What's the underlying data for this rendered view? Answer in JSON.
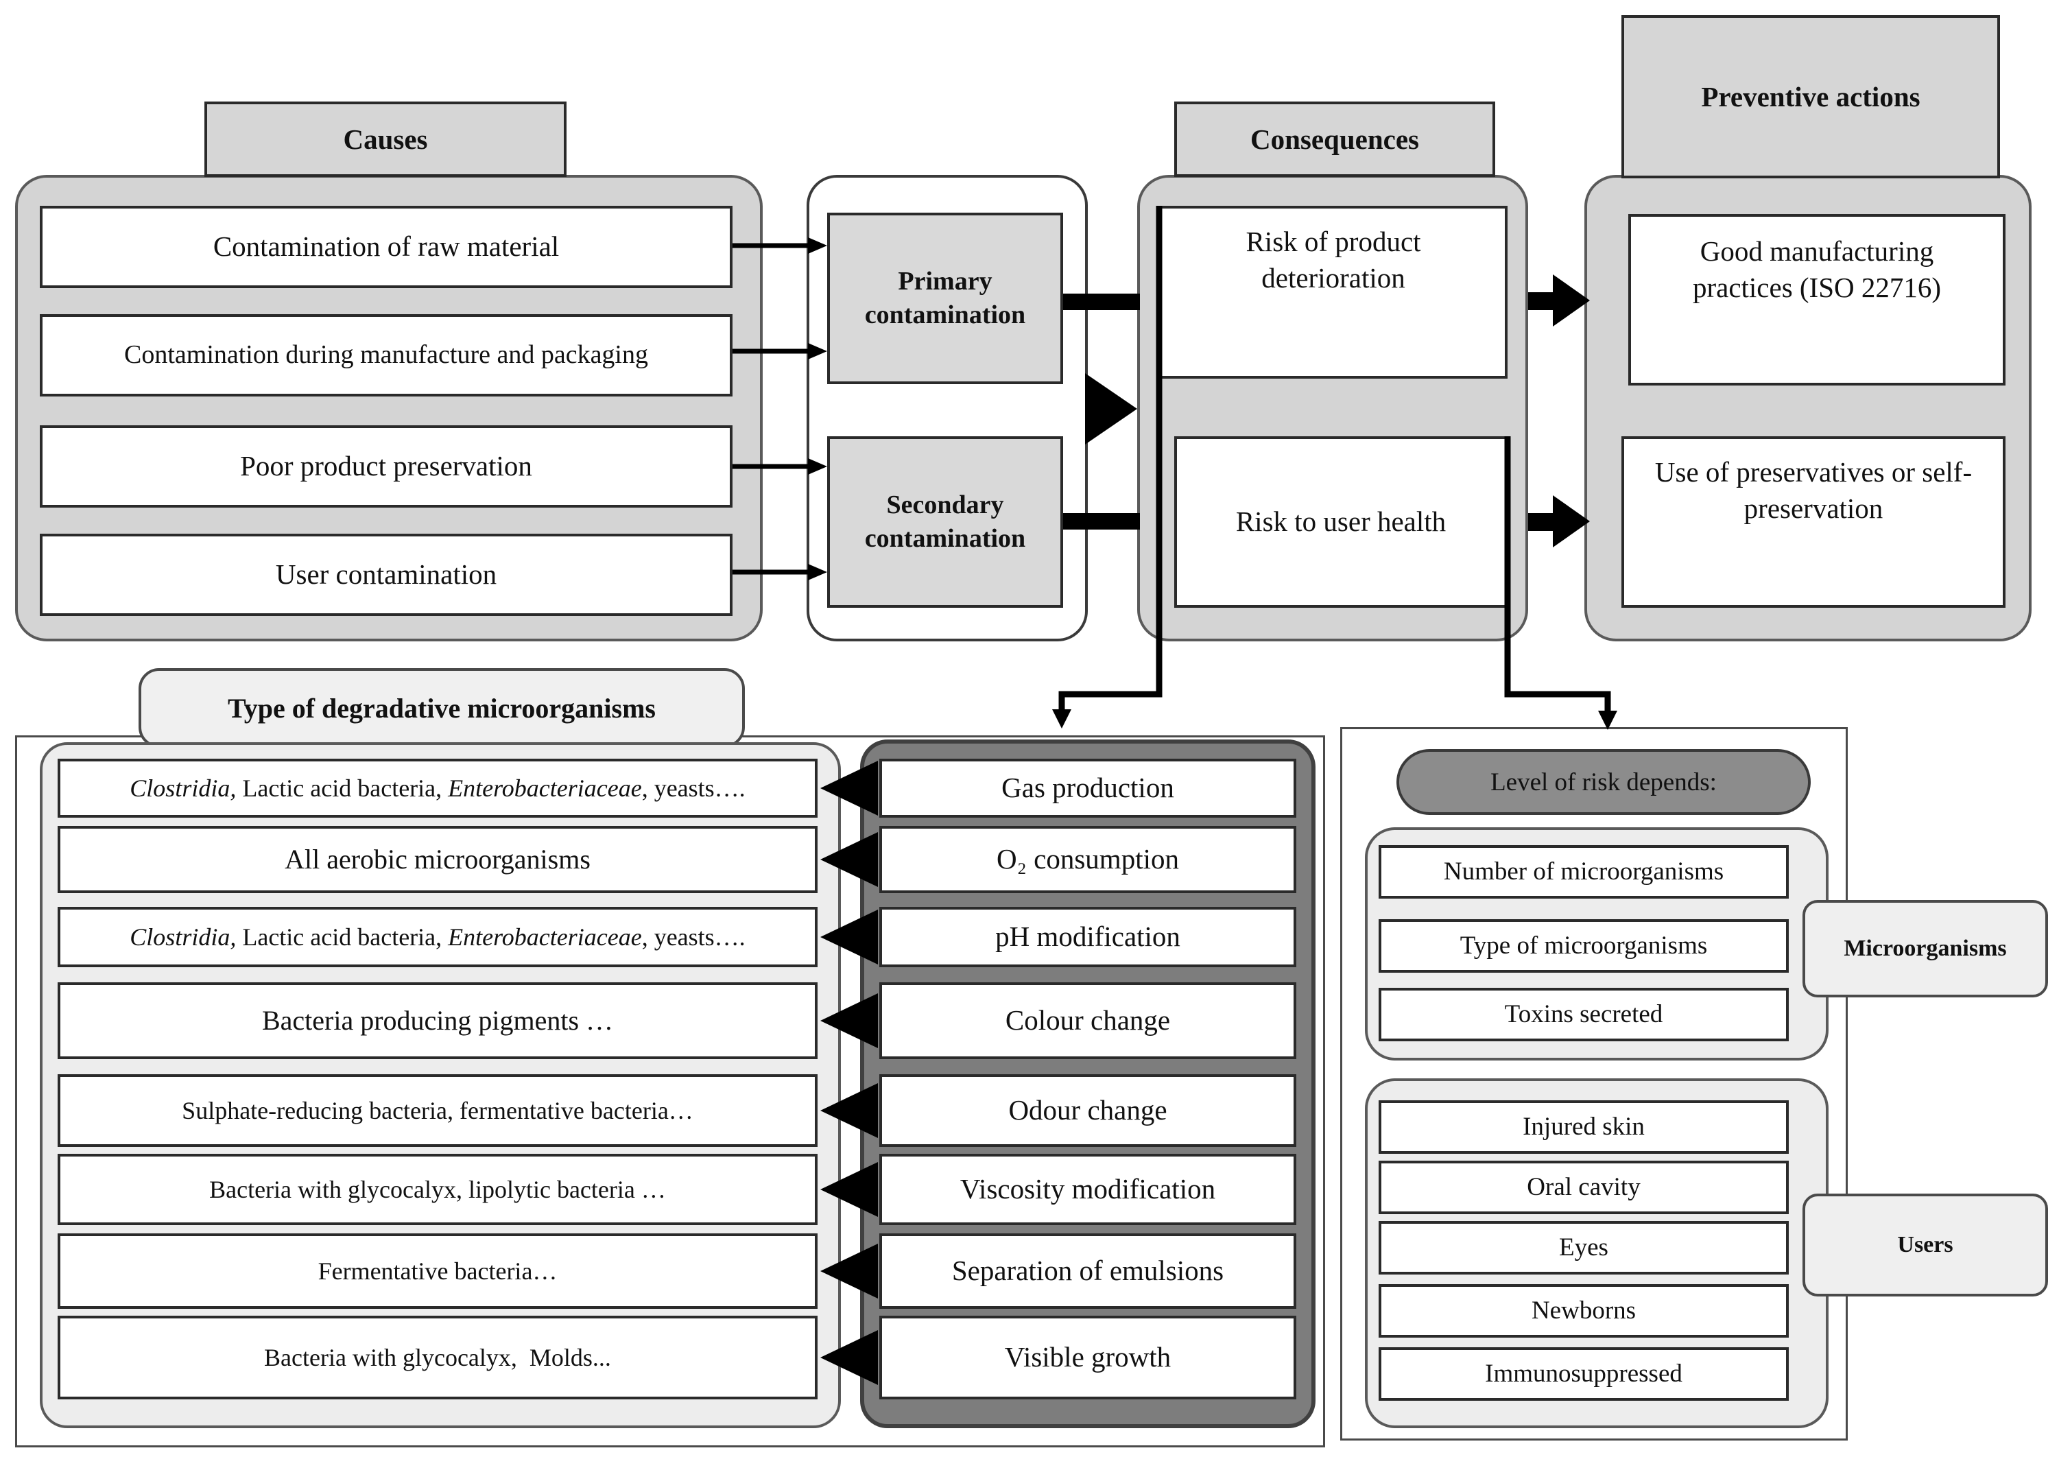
{
  "causes": {
    "title": "Causes",
    "items": [
      "Contamination of raw material",
      "Contamination during manufacture and packaging",
      "Poor product preservation",
      "User contamination"
    ]
  },
  "contamination": {
    "primary": "Primary contamination",
    "secondary": "Secondary contamination"
  },
  "consequences": {
    "title": "Consequences",
    "items": [
      "Risk of product deterioration",
      "Risk to user health"
    ]
  },
  "preventive": {
    "title": "Preventive actions",
    "items": [
      "Good manufacturing practices (ISO 22716)",
      "Use of preservatives or self-preservation"
    ]
  },
  "degradative": {
    "title": "Type of degradative microorganisms",
    "rows": [
      {
        "organisms": [
          {
            "t": "Clostridia,",
            "i": true
          },
          {
            "t": " Lactic acid bacteria, ",
            "i": false
          },
          {
            "t": "Enterobacteriaceae",
            "i": true
          },
          {
            "t": ", yeasts….",
            "i": false
          }
        ],
        "effect": "Gas production"
      },
      {
        "organisms": [
          {
            "t": "All aerobic microorganisms",
            "i": false
          }
        ],
        "effect": "O₂ consumption"
      },
      {
        "organisms": [
          {
            "t": "Clostridia,",
            "i": true
          },
          {
            "t": " Lactic acid bacteria, ",
            "i": false
          },
          {
            "t": "Enterobacteriaceae",
            "i": true
          },
          {
            "t": ", yeasts….",
            "i": false
          }
        ],
        "effect": "pH modification"
      },
      {
        "organisms": [
          {
            "t": "Bacteria producing pigments …",
            "i": false
          }
        ],
        "effect": "Colour change"
      },
      {
        "organisms": [
          {
            "t": "Sulphate-reducing bacteria, fermentative bacteria…",
            "i": false
          }
        ],
        "effect": "Odour change"
      },
      {
        "organisms": [
          {
            "t": "Bacteria with glycocalyx, lipolytic bacteria …",
            "i": false
          }
        ],
        "effect": "Viscosity modification"
      },
      {
        "organisms": [
          {
            "t": "Fermentative bacteria…",
            "i": false
          }
        ],
        "effect": "Separation of emulsions"
      },
      {
        "organisms": [
          {
            "t": "Bacteria with glycocalyx,  Molds...",
            "i": false
          }
        ],
        "effect": "Visible growth"
      }
    ]
  },
  "risk": {
    "title": "Level of risk depends:",
    "microorganisms_label": "Microorganisms",
    "microorganisms": [
      "Number of microorganisms",
      "Type of microorganisms",
      "Toxins secreted"
    ],
    "users_label": "Users",
    "users": [
      "Injured skin",
      "Oral cavity",
      "Eyes",
      "Newborns",
      "Immunosuppressed"
    ]
  }
}
